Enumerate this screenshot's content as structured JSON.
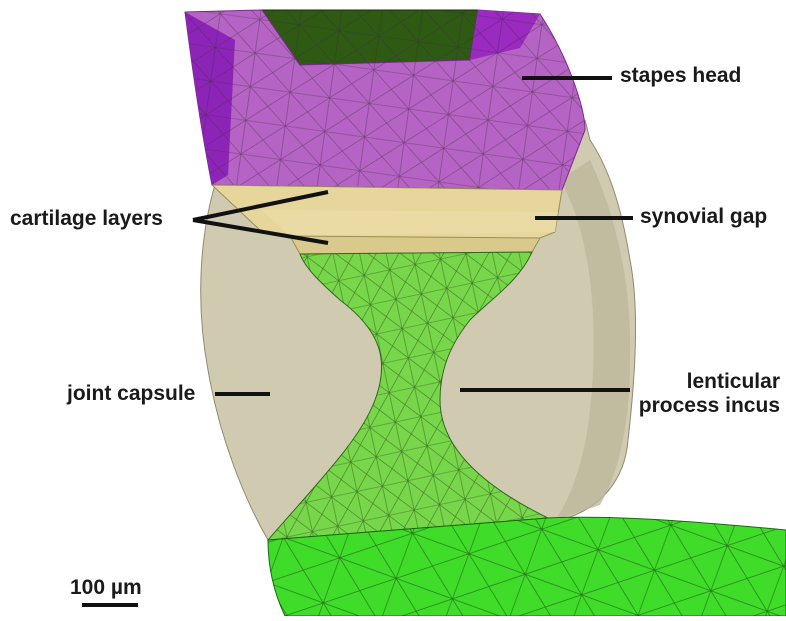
{
  "labels": {
    "stapes_head": "stapes head",
    "cartilage_layers": "cartilage layers",
    "synovial_gap": "synovial gap",
    "joint_capsule": "joint capsule",
    "lenticular_line1": "lenticular",
    "lenticular_line2": "process incus"
  },
  "scale_bar": {
    "label": "100 µm"
  },
  "colors": {
    "background": "#ffffff",
    "stapes": "#b060c0",
    "stapes_edge": "#8a20b0",
    "stapes_top": "#2e5a14",
    "cartilage": "#e8d59a",
    "capsule": "#cfcab0",
    "incus": "#78d64a",
    "incus_bright": "#3fdc2a",
    "mesh_line": "#333333",
    "pointer": "#111111"
  }
}
